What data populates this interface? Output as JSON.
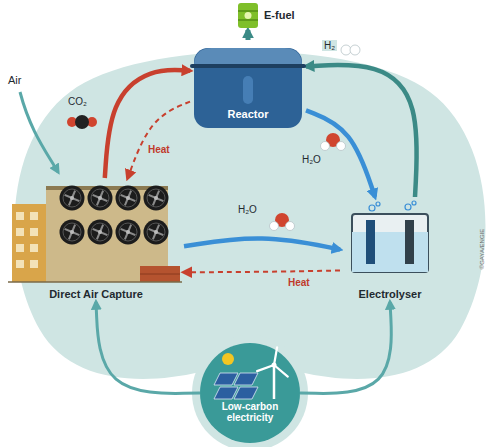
{
  "diagram": {
    "nodes": [
      {
        "text": [
          "E-fuel"
        ]
      },
      {
        "text": [
          "Reactor"
        ]
      },
      {
        "text": [
          "Direct Air Capture"
        ]
      },
      {
        "text": [
          "Electrolyser"
        ]
      },
      {
        "text": [
          "Low-carbon electricity"
        ]
      }
    ],
    "edges": [
      {
        "from": 2,
        "to": 1,
        "label": "CO₂",
        "arrow": "to"
      },
      {
        "from": 1,
        "to": 2,
        "label": "Heat",
        "arrow": "to"
      },
      {
        "from": 1,
        "to": 3,
        "label": "H₂O",
        "arrow": "to"
      },
      {
        "from": 3,
        "to": 1,
        "label": "H₂",
        "arrow": "to"
      },
      {
        "from": 2,
        "to": 3,
        "label": "H₂O",
        "arrow": "to"
      },
      {
        "from": 3,
        "to": 2,
        "label": "Heat",
        "arrow": "to"
      },
      {
        "from": 4,
        "to": 2,
        "arrow": "to"
      },
      {
        "from": 4,
        "to": 3,
        "arrow": "to"
      },
      {
        "from": 1,
        "to": 0,
        "arrow": "to"
      }
    ],
    "labels": [
      "Air",
      "©GAYA/ENGIE"
    ]
  }
}
